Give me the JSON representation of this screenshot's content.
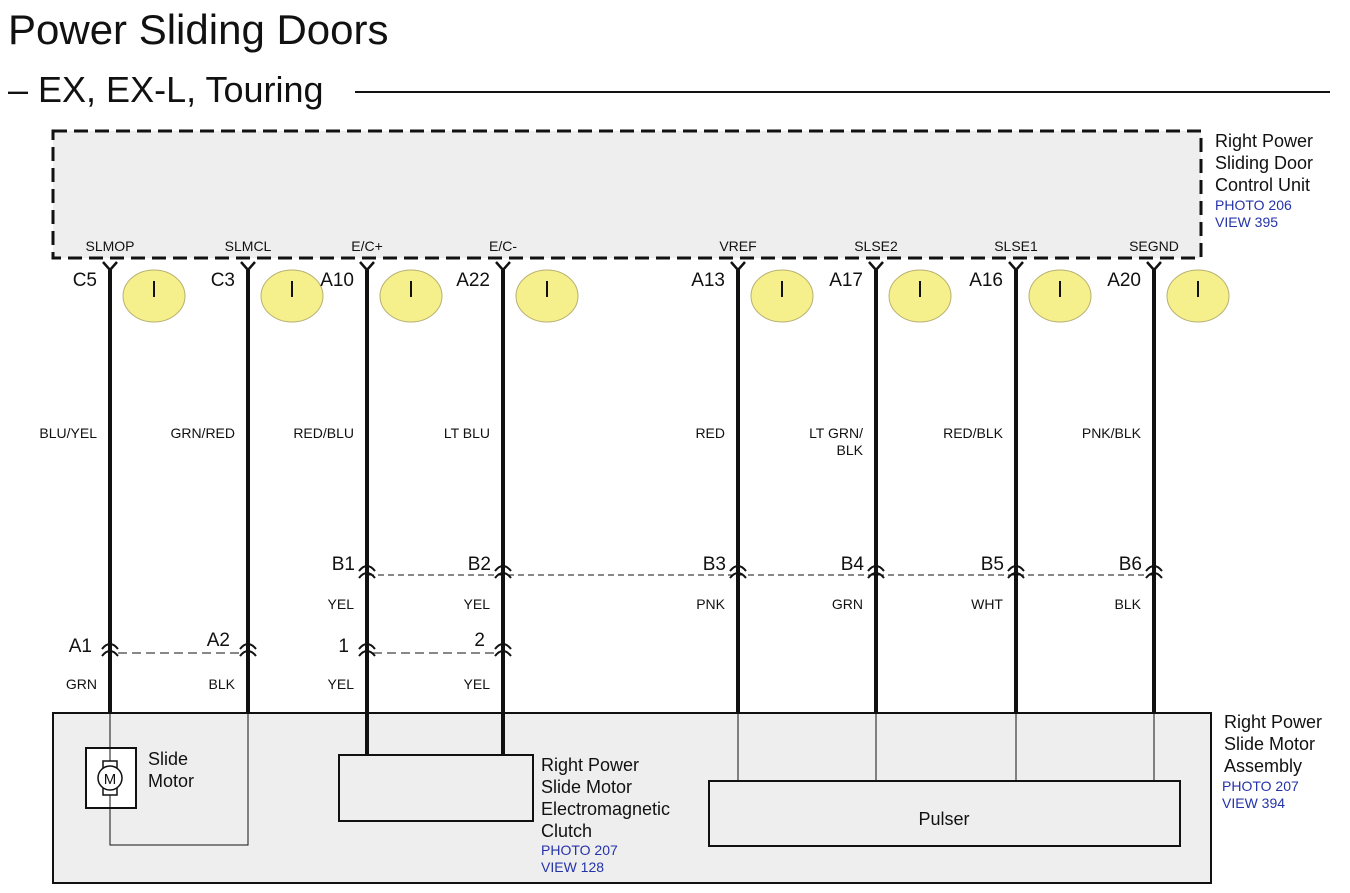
{
  "title": "Power Sliding Doors",
  "subtitle": "– EX, EX-L, Touring",
  "control_unit": {
    "name": [
      "Right Power",
      "Sliding Door",
      "Control Unit"
    ],
    "photo": "PHOTO 206",
    "view": "VIEW 395"
  },
  "motor_assembly": {
    "name": [
      "Right Power",
      "Slide Motor",
      "Assembly"
    ],
    "photo": "PHOTO 207",
    "view": "VIEW 394"
  },
  "clutch": {
    "name": [
      "Right Power",
      "Slide Motor",
      "Electromagnetic",
      "Clutch"
    ],
    "photo": "PHOTO 207",
    "view": "VIEW 128"
  },
  "slide_motor": {
    "name": [
      "Slide",
      "Motor"
    ],
    "symbol": "M"
  },
  "pulser": {
    "name": "Pulser"
  },
  "wires": [
    {
      "signal": "SLMOP",
      "pin": "C5",
      "color": [
        "BLU/YEL"
      ],
      "lower_pin": "A1",
      "lower_color": "GRN"
    },
    {
      "signal": "SLMCL",
      "pin": "C3",
      "color": [
        "GRN/RED"
      ],
      "lower_pin": "A2",
      "lower_color": "BLK"
    },
    {
      "signal": "E/C+",
      "pin": "A10",
      "color": [
        "RED/BLU"
      ],
      "mid_pin": "B1",
      "mid_color": "YEL",
      "lower_pin": "1",
      "lower_color": "YEL"
    },
    {
      "signal": "E/C-",
      "pin": "A22",
      "color": [
        "LT BLU"
      ],
      "mid_pin": "B2",
      "mid_color": "YEL",
      "lower_pin": "2",
      "lower_color": "YEL"
    },
    {
      "signal": "VREF",
      "pin": "A13",
      "color": [
        "RED"
      ],
      "mid_pin": "B3",
      "mid_color": "PNK"
    },
    {
      "signal": "SLSE2",
      "pin": "A17",
      "color": [
        "LT GRN/",
        "BLK"
      ],
      "mid_pin": "B4",
      "mid_color": "GRN"
    },
    {
      "signal": "SLSE1",
      "pin": "A16",
      "color": [
        "RED/BLK"
      ],
      "mid_pin": "B5",
      "mid_color": "WHT"
    },
    {
      "signal": "SEGND",
      "pin": "A20",
      "color": [
        "PNK/BLK"
      ],
      "mid_pin": "B6",
      "mid_color": "BLK"
    }
  ],
  "colors": {
    "line": "#111111",
    "box_fill": "#eeeeee",
    "connector_dot": "#f5f08c",
    "reference_text": "#2433a8"
  }
}
